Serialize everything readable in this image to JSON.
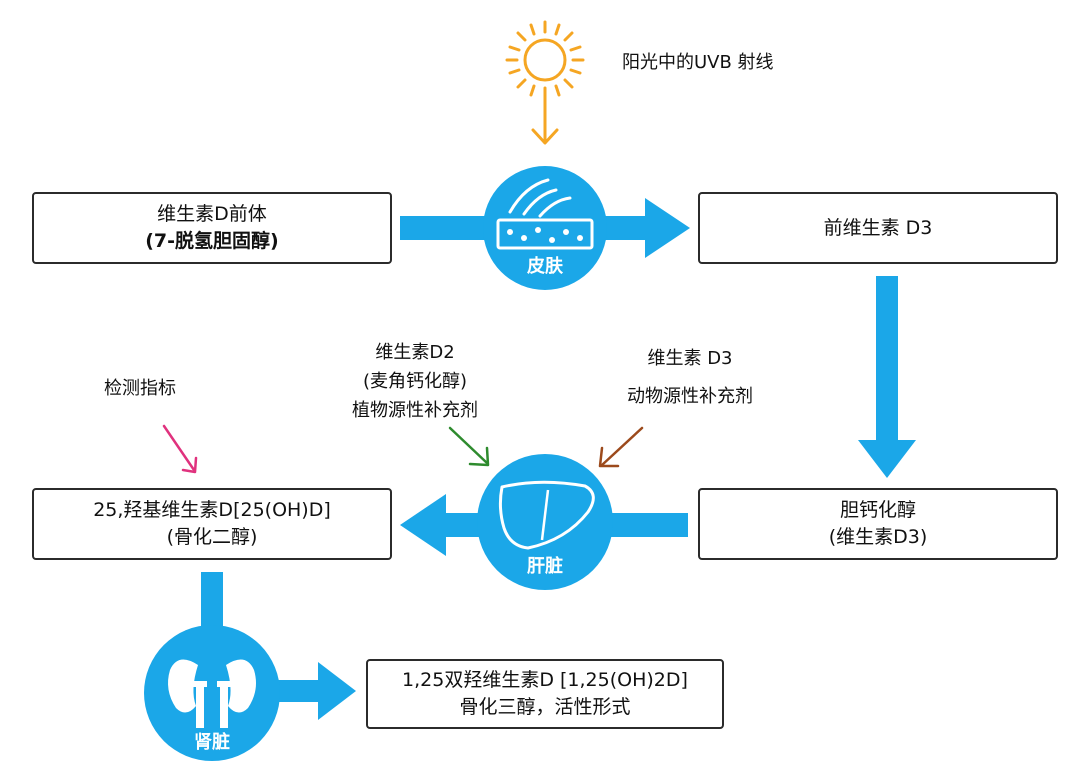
{
  "sun_label": "阳光中的UVB 射线",
  "skin_label": "皮肤",
  "liver_label": "肝脏",
  "kidney_label": "肾脏",
  "boxes": {
    "precursor": {
      "line1": "维生素D前体",
      "line2": "(7-脱氢胆固醇)"
    },
    "previtamin": {
      "line1": "前维生素 D3"
    },
    "cholecalciferol": {
      "line1": "胆钙化醇",
      "line2": "(维生素D3)"
    },
    "calcidiol": {
      "line1": "25,羟基维生素D[25(OH)D]",
      "line2": "(骨化二醇)"
    },
    "calcitriol": {
      "line1": "1,25双羟维生素D [1,25(OH)2D]",
      "line2": "骨化三醇，活性形式"
    }
  },
  "inputs": {
    "d2": {
      "line1": "维生素D2",
      "line2": "(麦角钙化醇)",
      "line3": "植物源性补充剂"
    },
    "d3": {
      "line1": "维生素 D3",
      "line2": "动物源性补充剂"
    },
    "test": {
      "line1": "检测指标"
    }
  },
  "colors": {
    "flow_blue": "#1ba7e8",
    "sun_orange": "#f5a623",
    "test_arrow": "#e0327e",
    "d2_arrow": "#2e8b2e",
    "d3_arrow": "#9c4a1c"
  },
  "icons": [
    "sun-icon",
    "skin-icon",
    "liver-icon",
    "kidney-icon"
  ]
}
